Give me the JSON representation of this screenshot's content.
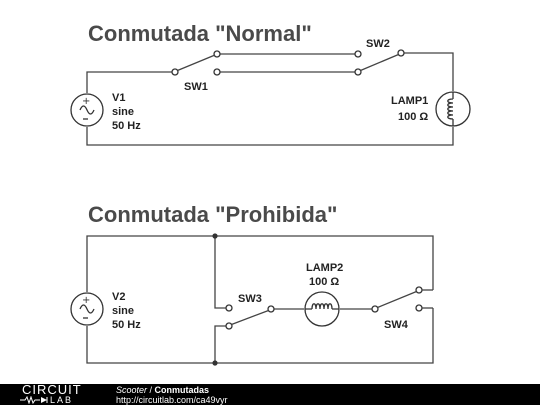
{
  "circuits": [
    {
      "title": "Conmutada \"Normal\"",
      "source": {
        "name": "V1",
        "type": "sine",
        "freq": "50 Hz"
      },
      "lamp": {
        "name": "LAMP1",
        "value": "100 Ω"
      },
      "switches": [
        "SW1",
        "SW2"
      ]
    },
    {
      "title": "Conmutada \"Prohibida\"",
      "source": {
        "name": "V2",
        "type": "sine",
        "freq": "50 Hz"
      },
      "lamp": {
        "name": "LAMP2",
        "value": "100 Ω"
      },
      "switches": [
        "SW3",
        "SW4"
      ]
    }
  ],
  "footer": {
    "logo_top": "CIRCUIT",
    "logo_bottom": "LAB",
    "author": "Scooter",
    "separator": " / ",
    "project": "Conmutadas",
    "url": "http://circuitlab.com/ca49vyr"
  },
  "colors": {
    "wire": "#444444",
    "title": "#4a4a4a",
    "footer_bg": "#000000"
  }
}
